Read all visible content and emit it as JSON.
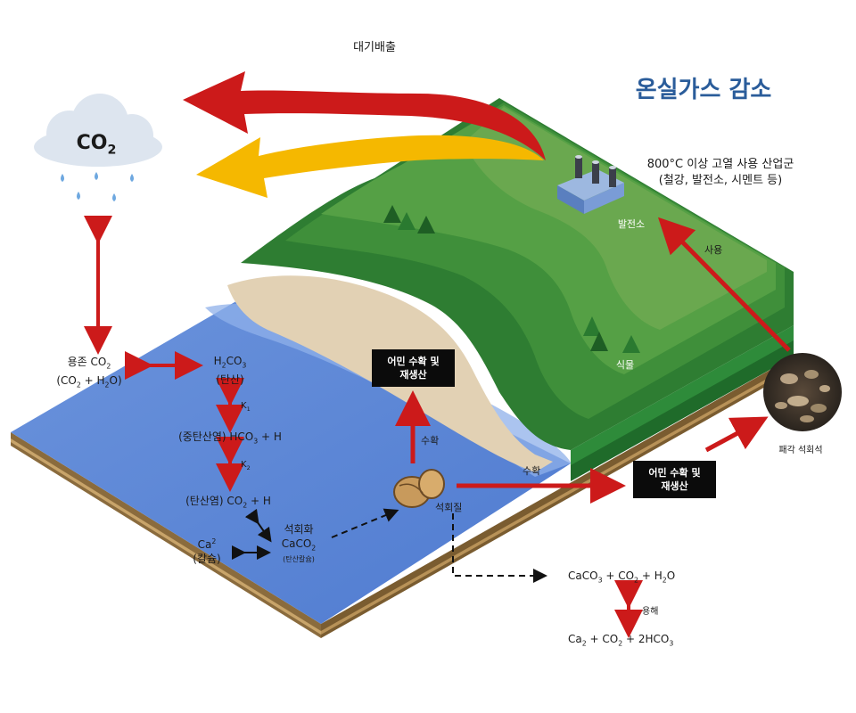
{
  "title": "온실가스 감소",
  "emission_label": "대기배출",
  "cloud": {
    "co2_main": "CO",
    "co2_sub": "2"
  },
  "industry": {
    "line1": "800°C 이상 고열 사용 산업군",
    "line2": "(철강, 발전소, 시멘트 등)"
  },
  "power_plant_label": "발전소",
  "use_label": "사용",
  "plants_label": "식물",
  "shell_limestone_label": "패각 석회석",
  "harvest_box_1": {
    "line1": "어민 수확 및",
    "line2": "재생산"
  },
  "harvest_box_2": {
    "line1": "어민 수확 및",
    "line2": "재생산"
  },
  "harvest_up_label": "수확",
  "harvest_right_label": "수확",
  "calcareous_label": "석회질",
  "chem": {
    "dissolved_co2_1": "용존 CO",
    "dissolved_co2_1_sub": "2",
    "dissolved_co2_2a": "(CO",
    "dissolved_co2_2_sub1": "2",
    "dissolved_co2_2b": " + H",
    "dissolved_co2_2_sub2": "2",
    "dissolved_co2_2c": "O)",
    "h2co3_a": "H",
    "h2co3_sub1": "2",
    "h2co3_b": "CO",
    "h2co3_sub2": "3",
    "carbonic_acid": "(탄산)",
    "k1": "K",
    "k1_sub": "1",
    "bicarbonate": "(중탄산염) HCO",
    "bicarbonate_sub": "3",
    "bicarbonate_tail": " + H",
    "k2": "K",
    "k2_sub": "2",
    "carbonate": "(탄산염) CO",
    "carbonate_sub": "2",
    "carbonate_tail": " + H",
    "ca_a": "Ca",
    "ca_sup": "2",
    "calcium": "(칼슘)",
    "calcification": "석회화",
    "caco2_a": "CaCO",
    "caco2_sub": "2",
    "calcium_carbonate": "(탄산칼슘)",
    "eq1_a": "CaCO",
    "eq1_sub1": "3",
    "eq1_b": " + CO",
    "eq1_sub2": "2",
    "eq1_c": " + H",
    "eq1_sub3": "2",
    "eq1_d": "O",
    "dissolution": "용해",
    "eq2_a": "Ca",
    "eq2_sub1": "2",
    "eq2_b": " + CO",
    "eq2_sub2": "2",
    "eq2_c": " + 2HCO",
    "eq2_sub3": "3"
  },
  "colors": {
    "ocean": "#5b86d6",
    "ocean_shallow": "#8fb0ea",
    "sand": "#e2d1b4",
    "grass_light": "#6aa84f",
    "grass_dark": "#2e7d32",
    "soil": "#8a6b3d",
    "arrow_red": "#cc1a1a",
    "arrow_yellow": "#f5b800",
    "title_blue": "#2a5c9a"
  }
}
